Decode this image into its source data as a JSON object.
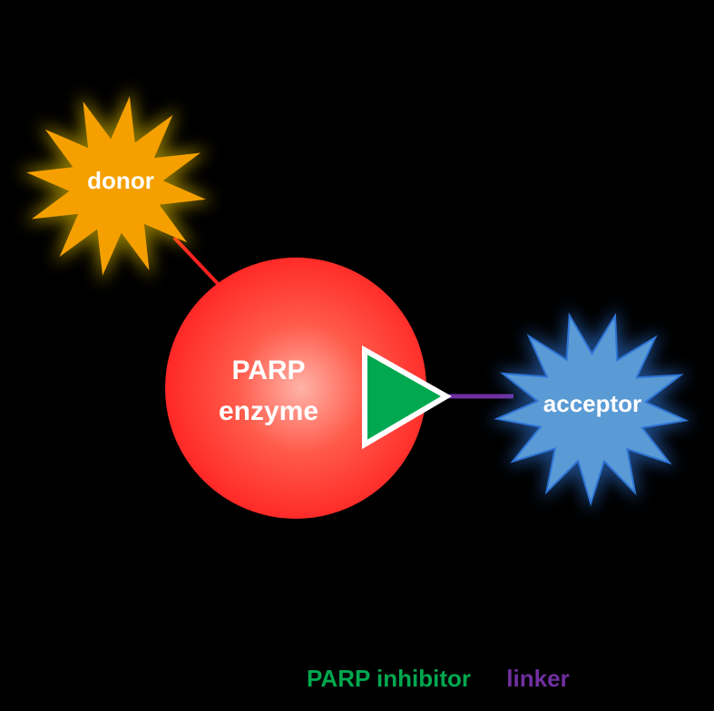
{
  "diagram": {
    "donor": {
      "label": "donor",
      "color": "#f5a000",
      "glow": "#f5d000"
    },
    "enzyme": {
      "line1": "PARP",
      "line2": "enzyme",
      "color": "#ff2a2a"
    },
    "inhibitor": {
      "color": "#00a84f"
    },
    "linker": {
      "color": "#7030a0"
    },
    "acceptor": {
      "label": "acceptor",
      "color": "#5b9bd5",
      "glow": "#2e75d6"
    },
    "donor_link_color": "#ff2020"
  },
  "legend": {
    "inhibitor_label": "PARP  inhibitor",
    "linker_label": "linker"
  }
}
